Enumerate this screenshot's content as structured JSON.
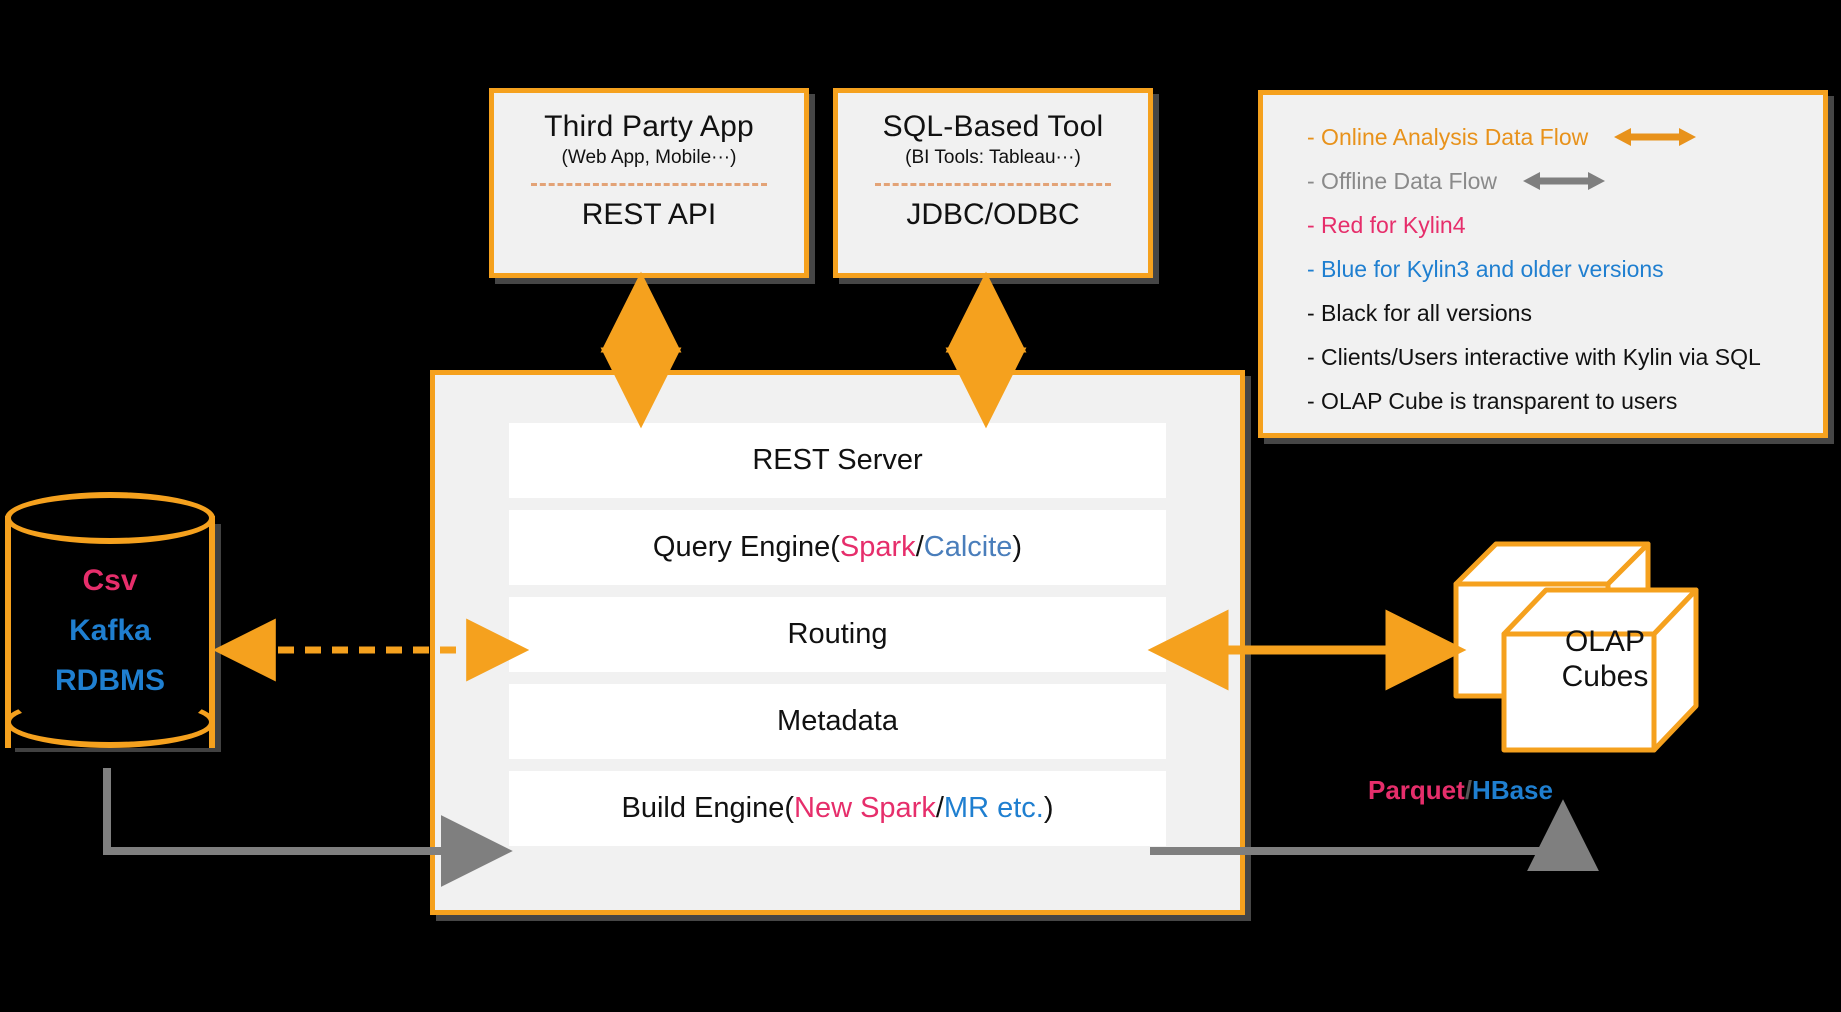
{
  "clients": [
    {
      "id": "third-party-app",
      "title": "Third Party App",
      "subtitle": "(Web App, Mobile···)",
      "protocol": "REST API"
    },
    {
      "id": "sql-based-tool",
      "title": "SQL-Based Tool",
      "subtitle": "(BI Tools: Tableau···)",
      "protocol": "JDBC/ODBC"
    }
  ],
  "legend": {
    "items": [
      {
        "text": "- Online Analysis Data Flow",
        "color_class": "lg-orange",
        "arrow": "double-arrow-orange"
      },
      {
        "text": "- Offline Data Flow",
        "color_class": "lg-gray",
        "arrow": "double-arrow-gray"
      },
      {
        "text": "- Red for Kylin4",
        "color_class": "lg-red",
        "arrow": ""
      },
      {
        "text": "- Blue for Kylin3 and older versions",
        "color_class": "lg-blue",
        "arrow": ""
      },
      {
        "text": "- Black for all versions",
        "color_class": "lg-black",
        "arrow": ""
      },
      {
        "text": "- Clients/Users interactive with Kylin via SQL",
        "color_class": "lg-black",
        "arrow": ""
      },
      {
        "text": "- OLAP Cube is transparent to users",
        "color_class": "lg-black",
        "arrow": ""
      }
    ]
  },
  "kylin": {
    "layers": [
      {
        "name": "rest-server",
        "parts": [
          {
            "text": "REST Server",
            "class": ""
          }
        ]
      },
      {
        "name": "query-engine",
        "parts": [
          {
            "text": "Query Engine(",
            "class": ""
          },
          {
            "text": "Spark",
            "class": "red"
          },
          {
            "text": "/",
            "class": ""
          },
          {
            "text": "Calcite",
            "class": "blue-c"
          },
          {
            "text": ")",
            "class": ""
          }
        ]
      },
      {
        "name": "routing",
        "parts": [
          {
            "text": "Routing",
            "class": ""
          }
        ]
      },
      {
        "name": "metadata",
        "parts": [
          {
            "text": "Metadata",
            "class": ""
          }
        ]
      },
      {
        "name": "build-engine",
        "parts": [
          {
            "text": "Build Engine(",
            "class": ""
          },
          {
            "text": "New Spark",
            "class": "red"
          },
          {
            "text": "/",
            "class": ""
          },
          {
            "text": "MR etc.",
            "class": "blue-mr"
          },
          {
            "text": ")",
            "class": ""
          }
        ]
      }
    ]
  },
  "datasource": {
    "labels": [
      {
        "text": "Csv",
        "color_class": "l-red"
      },
      {
        "text": "Kafka",
        "color_class": "l-blue"
      },
      {
        "text": "RDBMS",
        "color_class": "l-blue"
      }
    ]
  },
  "olap": {
    "label_line1": "OLAP",
    "label_line2": "Cubes"
  },
  "storage": {
    "parquet": "Parquet",
    "separator": "/",
    "hbase": "HBase"
  },
  "colors": {
    "accent_orange": "#F5A11E",
    "legend_orange": "#E8921B",
    "red": "#E62E6B",
    "blue_calcite": "#4A7EBB",
    "blue_bright": "#1F7FD0",
    "gray_arrow": "#7F7F7F",
    "panel_bg": "#F1F1F1",
    "layer_bg": "#FFFFFF",
    "background": "#000000"
  }
}
